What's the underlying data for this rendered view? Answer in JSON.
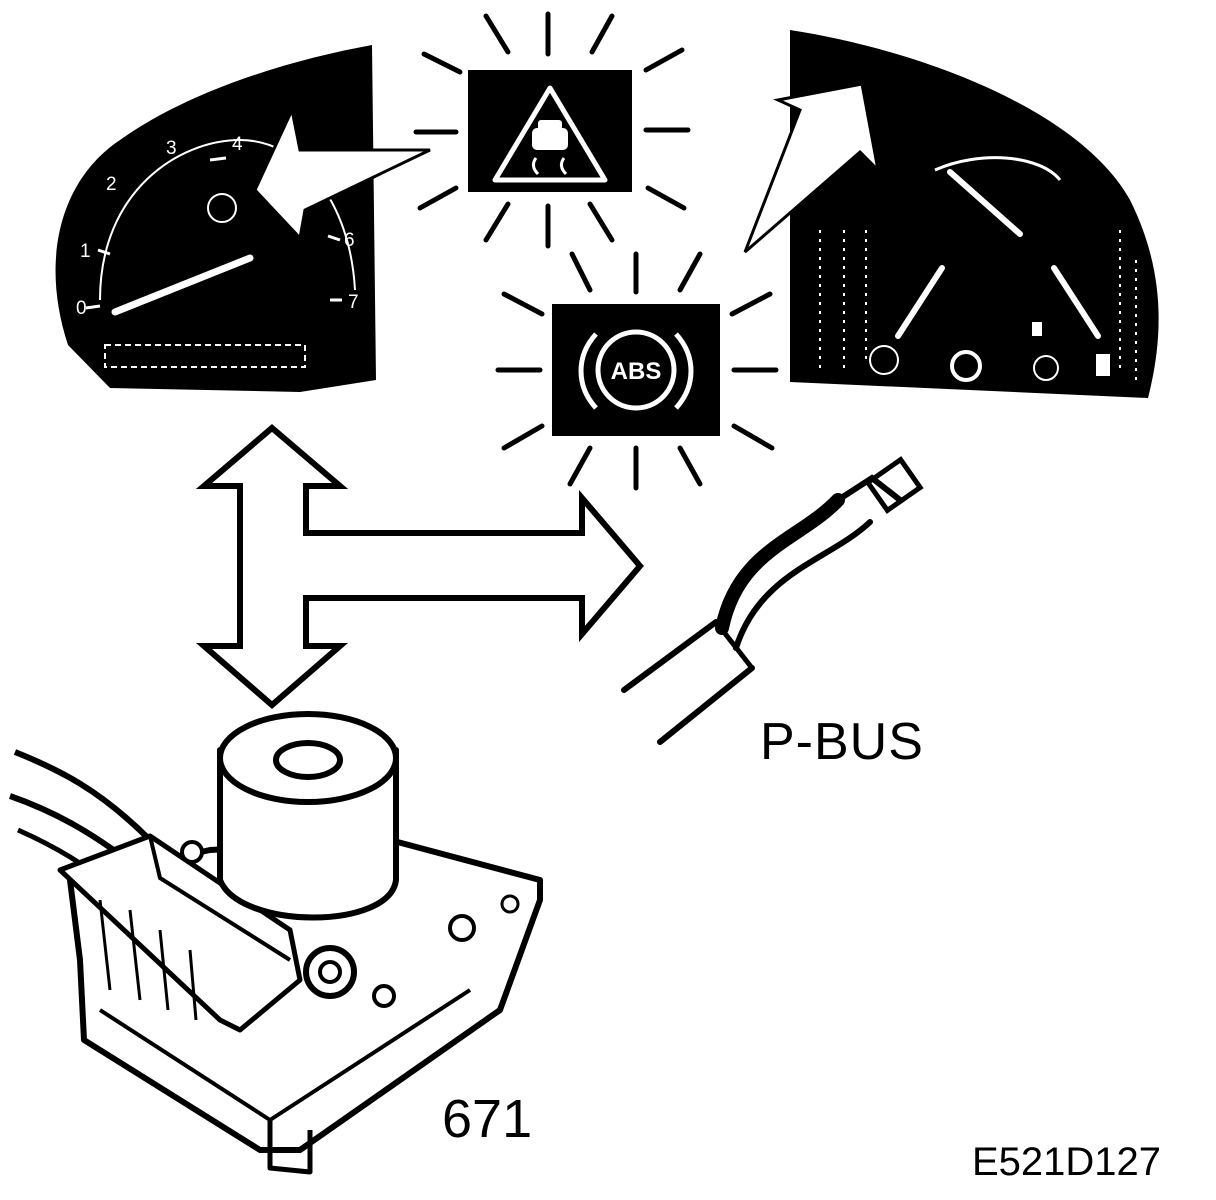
{
  "labels": {
    "bus": "P-BUS",
    "unit_number": "671",
    "figure_code": "E521D127"
  },
  "warning_lamps": {
    "abs_text": "ABS"
  },
  "tachometer": {
    "scale": [
      "0",
      "1",
      "2",
      "3",
      "4",
      "6",
      "7"
    ]
  },
  "colors": {
    "ink": "#000000",
    "paper": "#ffffff"
  }
}
